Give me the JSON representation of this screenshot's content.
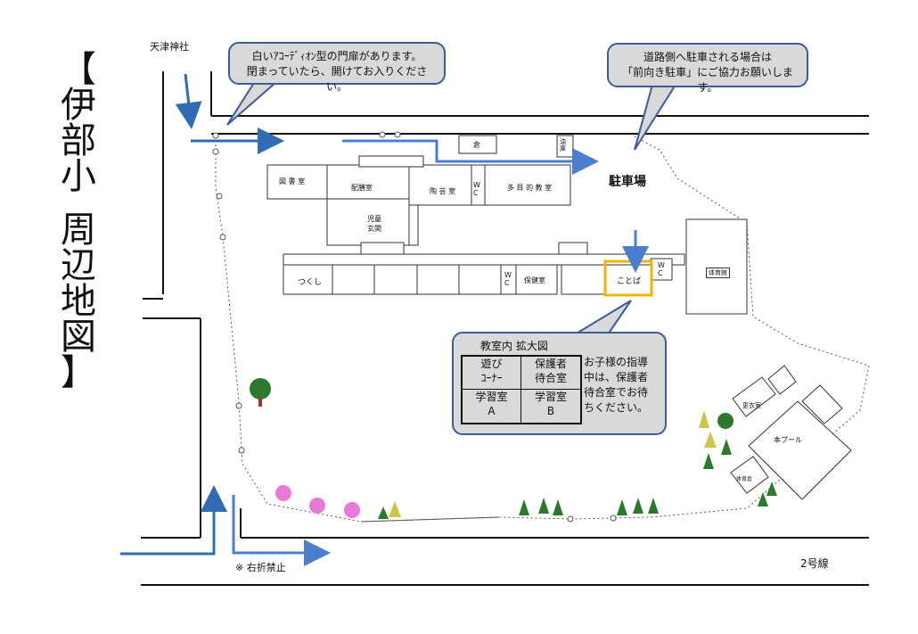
{
  "title_chars": [
    "【",
    "伊",
    "部",
    "小",
    "",
    "周",
    "辺",
    "地",
    "図",
    "】"
  ],
  "labels": {
    "shrine": "天津神社",
    "parking": "駐車場",
    "no_right_turn": "※ 右折禁止",
    "route2": "2号線"
  },
  "bubble_gate": {
    "line1": "白いｱｺｰﾃﾞｨｵﾝ型の門扉があります。",
    "line2": "閉まっていたら、開けてお入りください。"
  },
  "bubble_parking": {
    "line1": "道路側へ駐車される場合は",
    "line2": "「前向き駐車」にご協力お願いします。"
  },
  "bubble_room": {
    "heading": "教室内 拡大図",
    "cells": [
      "遊び",
      "ｺｰﾅｰ",
      "保護者",
      "待合室",
      "学習室",
      "A",
      "学習室",
      "B"
    ],
    "note": [
      "お子様の指導",
      "中は、保護者",
      "待合室でお待",
      "ちください。"
    ]
  },
  "rooms": {
    "library": "図 書 室",
    "prep": "配膳室",
    "pottery": "陶 芸 室",
    "wc": "W\nC",
    "multi": "多 目 的 教 室",
    "store": "倉",
    "oil": "油庫",
    "child_entrance": "児童\n玄関",
    "tsukushi": "つくし",
    "health": "保健室",
    "kotoba": "ことば",
    "gym": "体育館",
    "pool": "本プール",
    "changing": "更衣室",
    "pe_store": "体育倉"
  },
  "colors": {
    "arrow": "#2f6cb5",
    "arrow_light": "#4a7fd0",
    "highlight": "#f0b400",
    "bubble_fill": "#d9d9d9",
    "bubble_border": "#3b5b9a",
    "tree_pink": "#e87ad6",
    "tree_green": "#2b7a2b"
  }
}
